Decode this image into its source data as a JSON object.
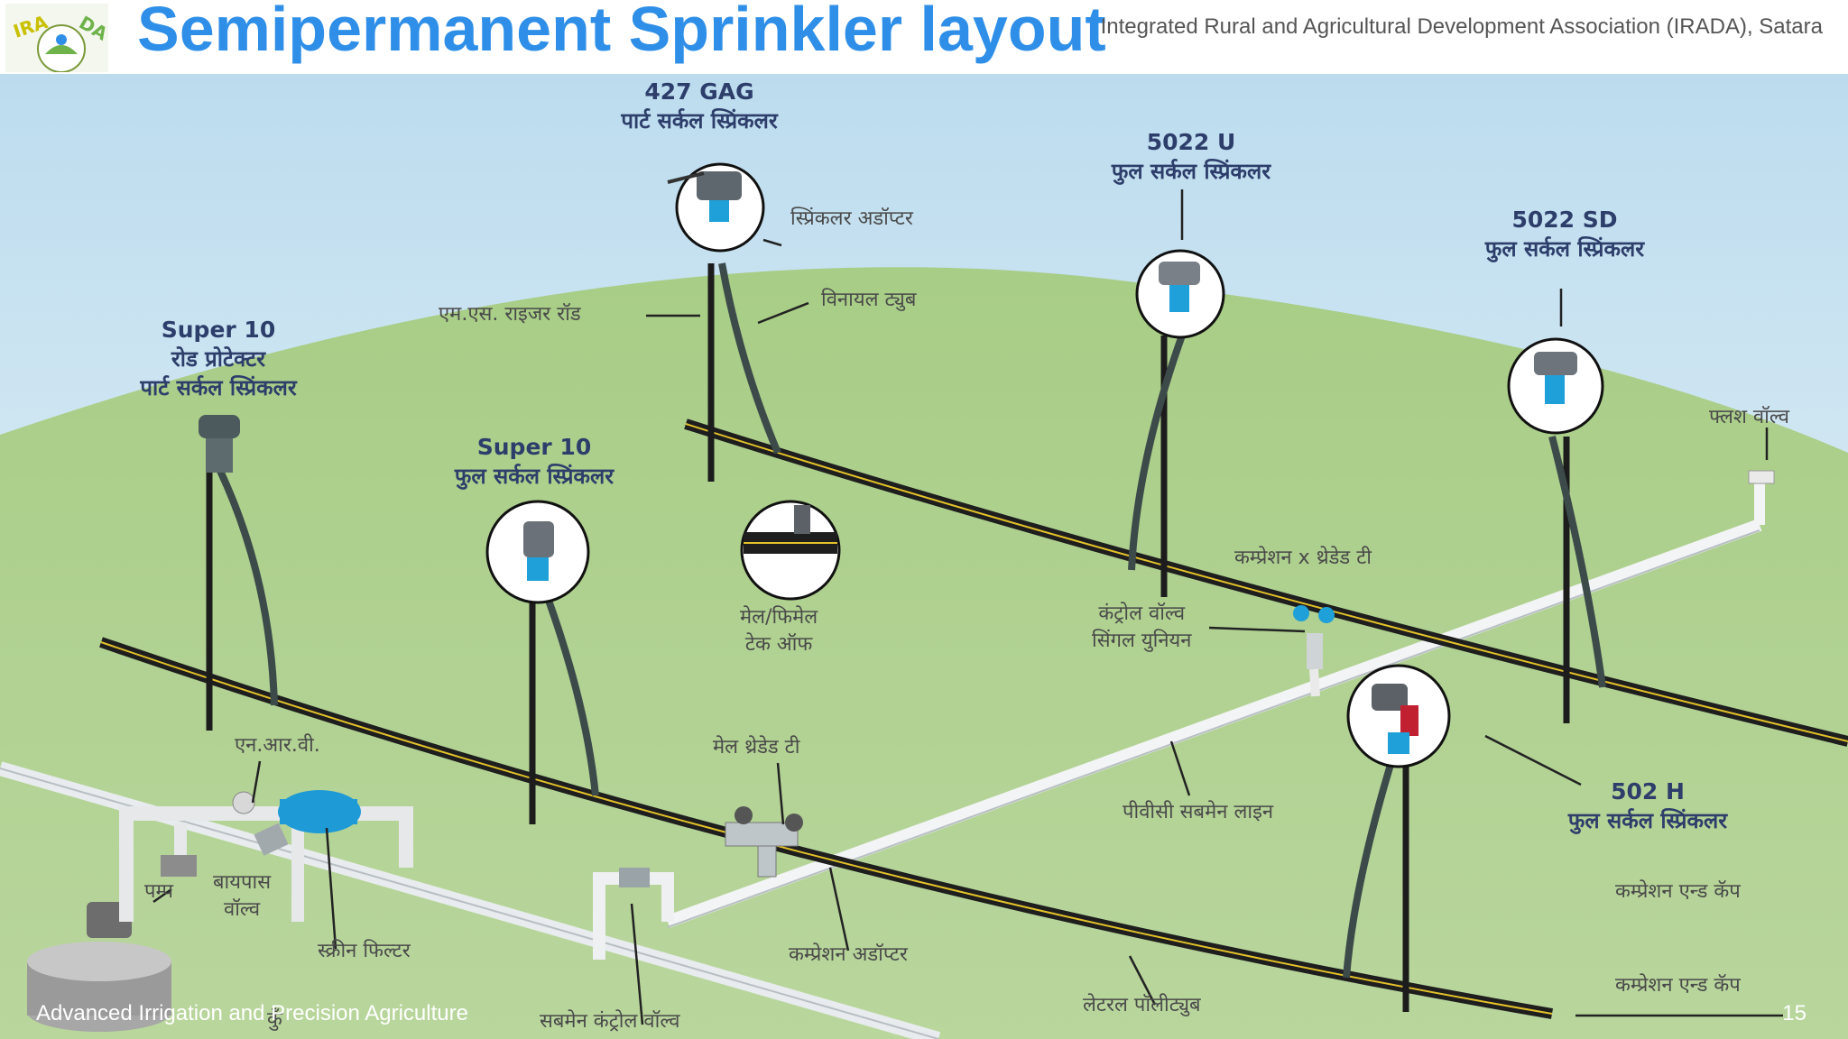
{
  "header": {
    "title": "Semipermanent Sprinkler layout",
    "organization": "Integrated Rural and Agricultural Development Association (IRADA), Satara",
    "logo_text": "IRADA"
  },
  "sprinklers": {
    "gag427": {
      "model": "427 GAG",
      "type": "पार्ट सर्कल स्प्रिंकलर"
    },
    "u5022": {
      "model": "5022 U",
      "type": "फुल सर्कल स्प्रिंकलर"
    },
    "sd5022": {
      "model": "5022 SD",
      "type": "फुल सर्कल स्प्रिंकलर"
    },
    "super10_rod": {
      "model": "Super 10",
      "sub": "रोड प्रोटेक्टर",
      "type": "पार्ट सर्कल स्प्रिंकलर"
    },
    "super10_full": {
      "model": "Super 10",
      "type": "फुल सर्कल स्प्रिंकलर"
    },
    "h502": {
      "model": "502  H",
      "type": "फुल सर्कल स्प्रिंकलर"
    }
  },
  "labels": {
    "adapter": "स्प्रिंकलर अडॉप्टर",
    "riser": "एम.एस. राइजर रॉड",
    "vinyl": "विनायल ट्युब",
    "takeoff_1": "मेल/फिमेल",
    "takeoff_2": "टेक ऑफ",
    "control_1": "कंट्रोल वॉल्व",
    "control_2": "सिंगल युनियन",
    "comp_tee": "कम्प्रेशन x थ्रेडेड टी",
    "flush": "फ्लश वॉल्व",
    "nrv": "एन.आर.वी.",
    "male_tee": "मेल थ्रेडेड टी",
    "pvc": "पीवीसी सबमेन लाइन",
    "end_cap_1": "कम्प्रेशन एन्ड कॅप",
    "end_cap_2": "कम्प्रेशन एन्ड कॅप",
    "pump": "पम्प",
    "bypass_1": "बायपास",
    "bypass_2": "वॉल्व",
    "screen": "स्क्रीन फिल्टर",
    "comp_adapter": "कम्प्रेशन अडॉप्टर",
    "submain_valve": "सबमेन कंट्रोल वॉल्व",
    "lateral": "लेटरल पॉलीट्युब",
    "well": "कुँ"
  },
  "footer": {
    "course": "Advanced Irrigation and Precision Agriculture",
    "page": "15"
  },
  "colors": {
    "title": "#2f8fe8",
    "label": "#2d3e6b",
    "field": "#9dc47c",
    "sky": "#d6ecf6"
  }
}
